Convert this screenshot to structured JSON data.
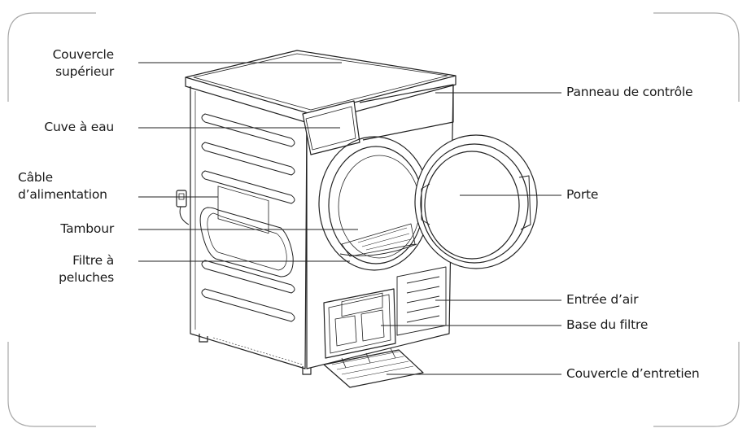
{
  "labels": {
    "couvercle_superieur": [
      "Couvercle",
      "supérieur"
    ],
    "cuve_a_eau": "Cuve à eau",
    "cable_alimentation": [
      "Câble",
      "d’alimentation"
    ],
    "tambour": "Tambour",
    "filtre_a_peluches": [
      "Filtre à",
      "peluches"
    ],
    "panneau_de_controle": "Panneau de contrôle",
    "porte": "Porte",
    "entree_d_air": "Entrée d’air",
    "base_du_filtre": "Base du filtre",
    "couvercle_d_entretien": "Couvercle d’entretien"
  },
  "colors": {
    "frame": "#a8a8a8",
    "line": "#222222",
    "text": "#1a1a1a"
  }
}
